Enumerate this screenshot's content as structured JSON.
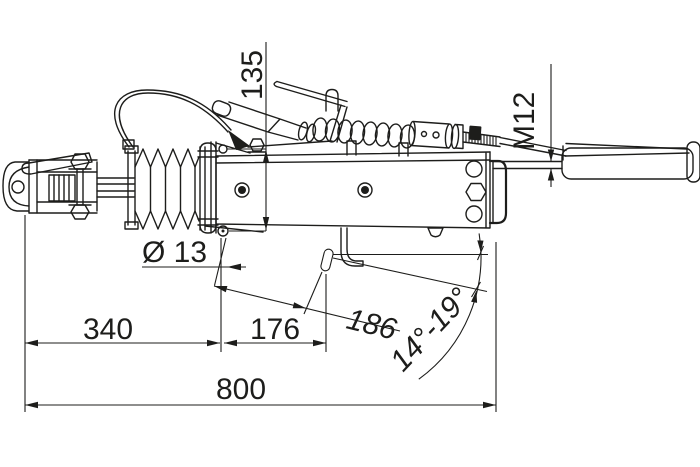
{
  "drawing": {
    "title": "overrun-brake-coupling-dimension-drawing",
    "line_color": "#1d1d1b",
    "background": "#ffffff",
    "dimensions": {
      "hole_pitch_height": {
        "label": "135"
      },
      "thread": {
        "label": "M12"
      },
      "hole_diameter": {
        "label": "Ø 13"
      },
      "front_hole_distance": {
        "label": "340"
      },
      "hole_spacing": {
        "label": "176"
      },
      "slant_length": {
        "label": "186"
      },
      "angle_range": {
        "label": "14°-19°"
      },
      "total_length": {
        "label": "800"
      }
    }
  }
}
